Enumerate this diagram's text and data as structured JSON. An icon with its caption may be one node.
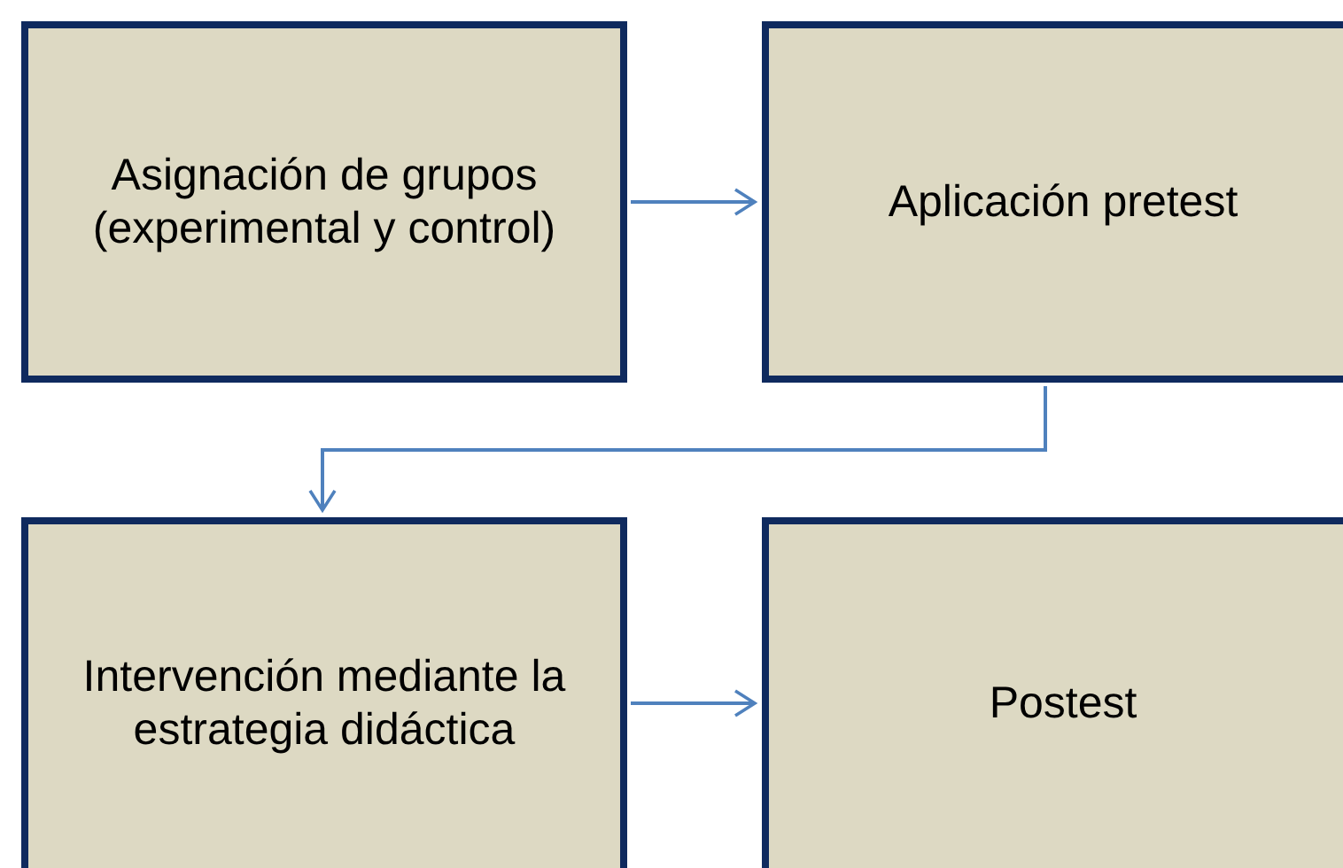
{
  "diagram": {
    "nodes": [
      {
        "text": [
          "Asignación de grupos (experimental y control)"
        ]
      },
      {
        "text": [
          "Aplicación pretest"
        ]
      },
      {
        "text": [
          "Intervención mediante la estrategia didáctica"
        ]
      },
      {
        "text": [
          "Postest"
        ]
      }
    ],
    "edges": [
      {
        "from": 0,
        "to": 1,
        "arrow": "to"
      },
      {
        "from": 1,
        "to": 2,
        "arrow": "to"
      },
      {
        "from": 2,
        "to": 3,
        "arrow": "to"
      }
    ]
  }
}
